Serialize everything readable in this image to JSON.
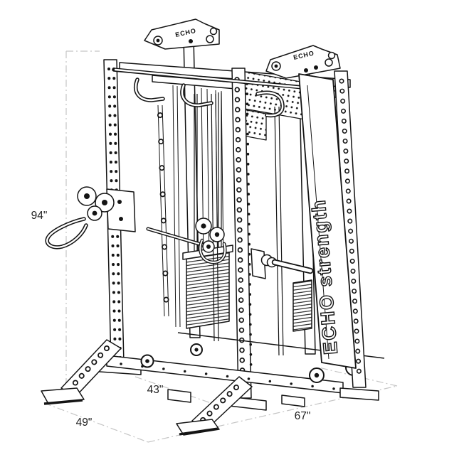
{
  "diagram": {
    "dimensions": {
      "height": "94\"",
      "inner_depth": "43\"",
      "side_depth": "49\"",
      "front_width": "67\""
    },
    "branding": {
      "top_left_plate_logo": "ECHO",
      "top_right_plate_logo": "ECHO",
      "side_panel_text": "ECHO strength"
    },
    "line_art_color": "#141414",
    "dimension_line_color": "#c5c5c5"
  }
}
